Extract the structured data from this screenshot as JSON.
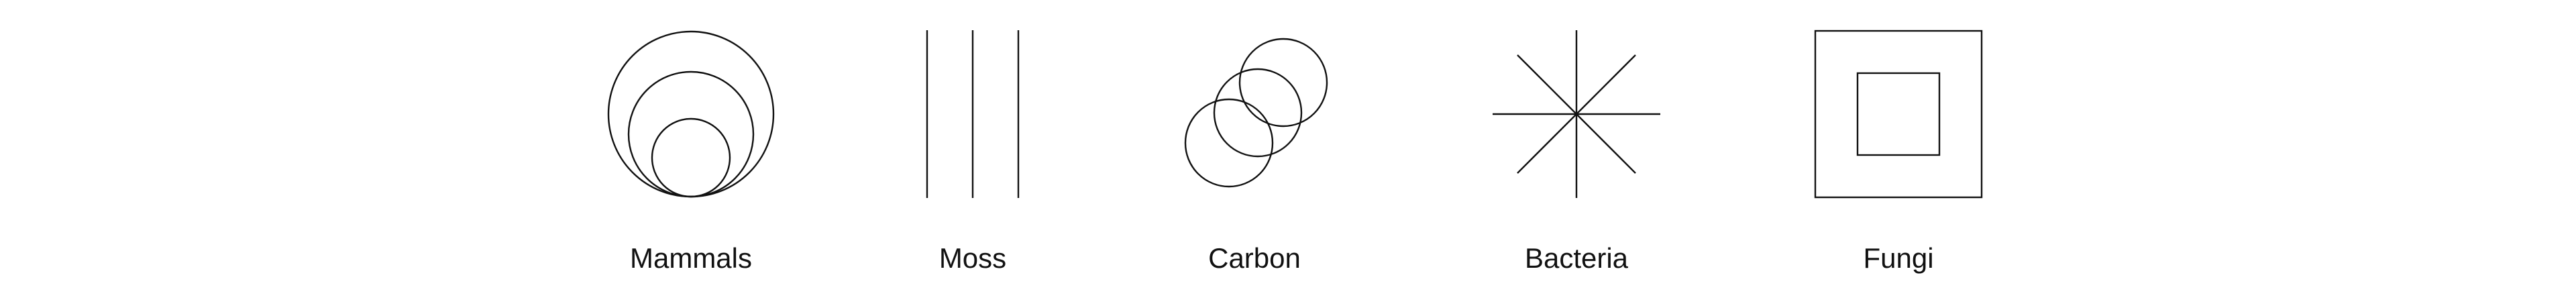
{
  "items": [
    {
      "label": "Mammals",
      "icon": "nested-circles-icon"
    },
    {
      "label": "Moss",
      "icon": "vertical-lines-icon"
    },
    {
      "label": "Carbon",
      "icon": "overlapping-circles-icon"
    },
    {
      "label": "Bacteria",
      "icon": "asterisk-star-icon"
    },
    {
      "label": "Fungi",
      "icon": "nested-squares-icon"
    }
  ],
  "colors": {
    "background": "#ffffff",
    "stroke": "#111111"
  }
}
